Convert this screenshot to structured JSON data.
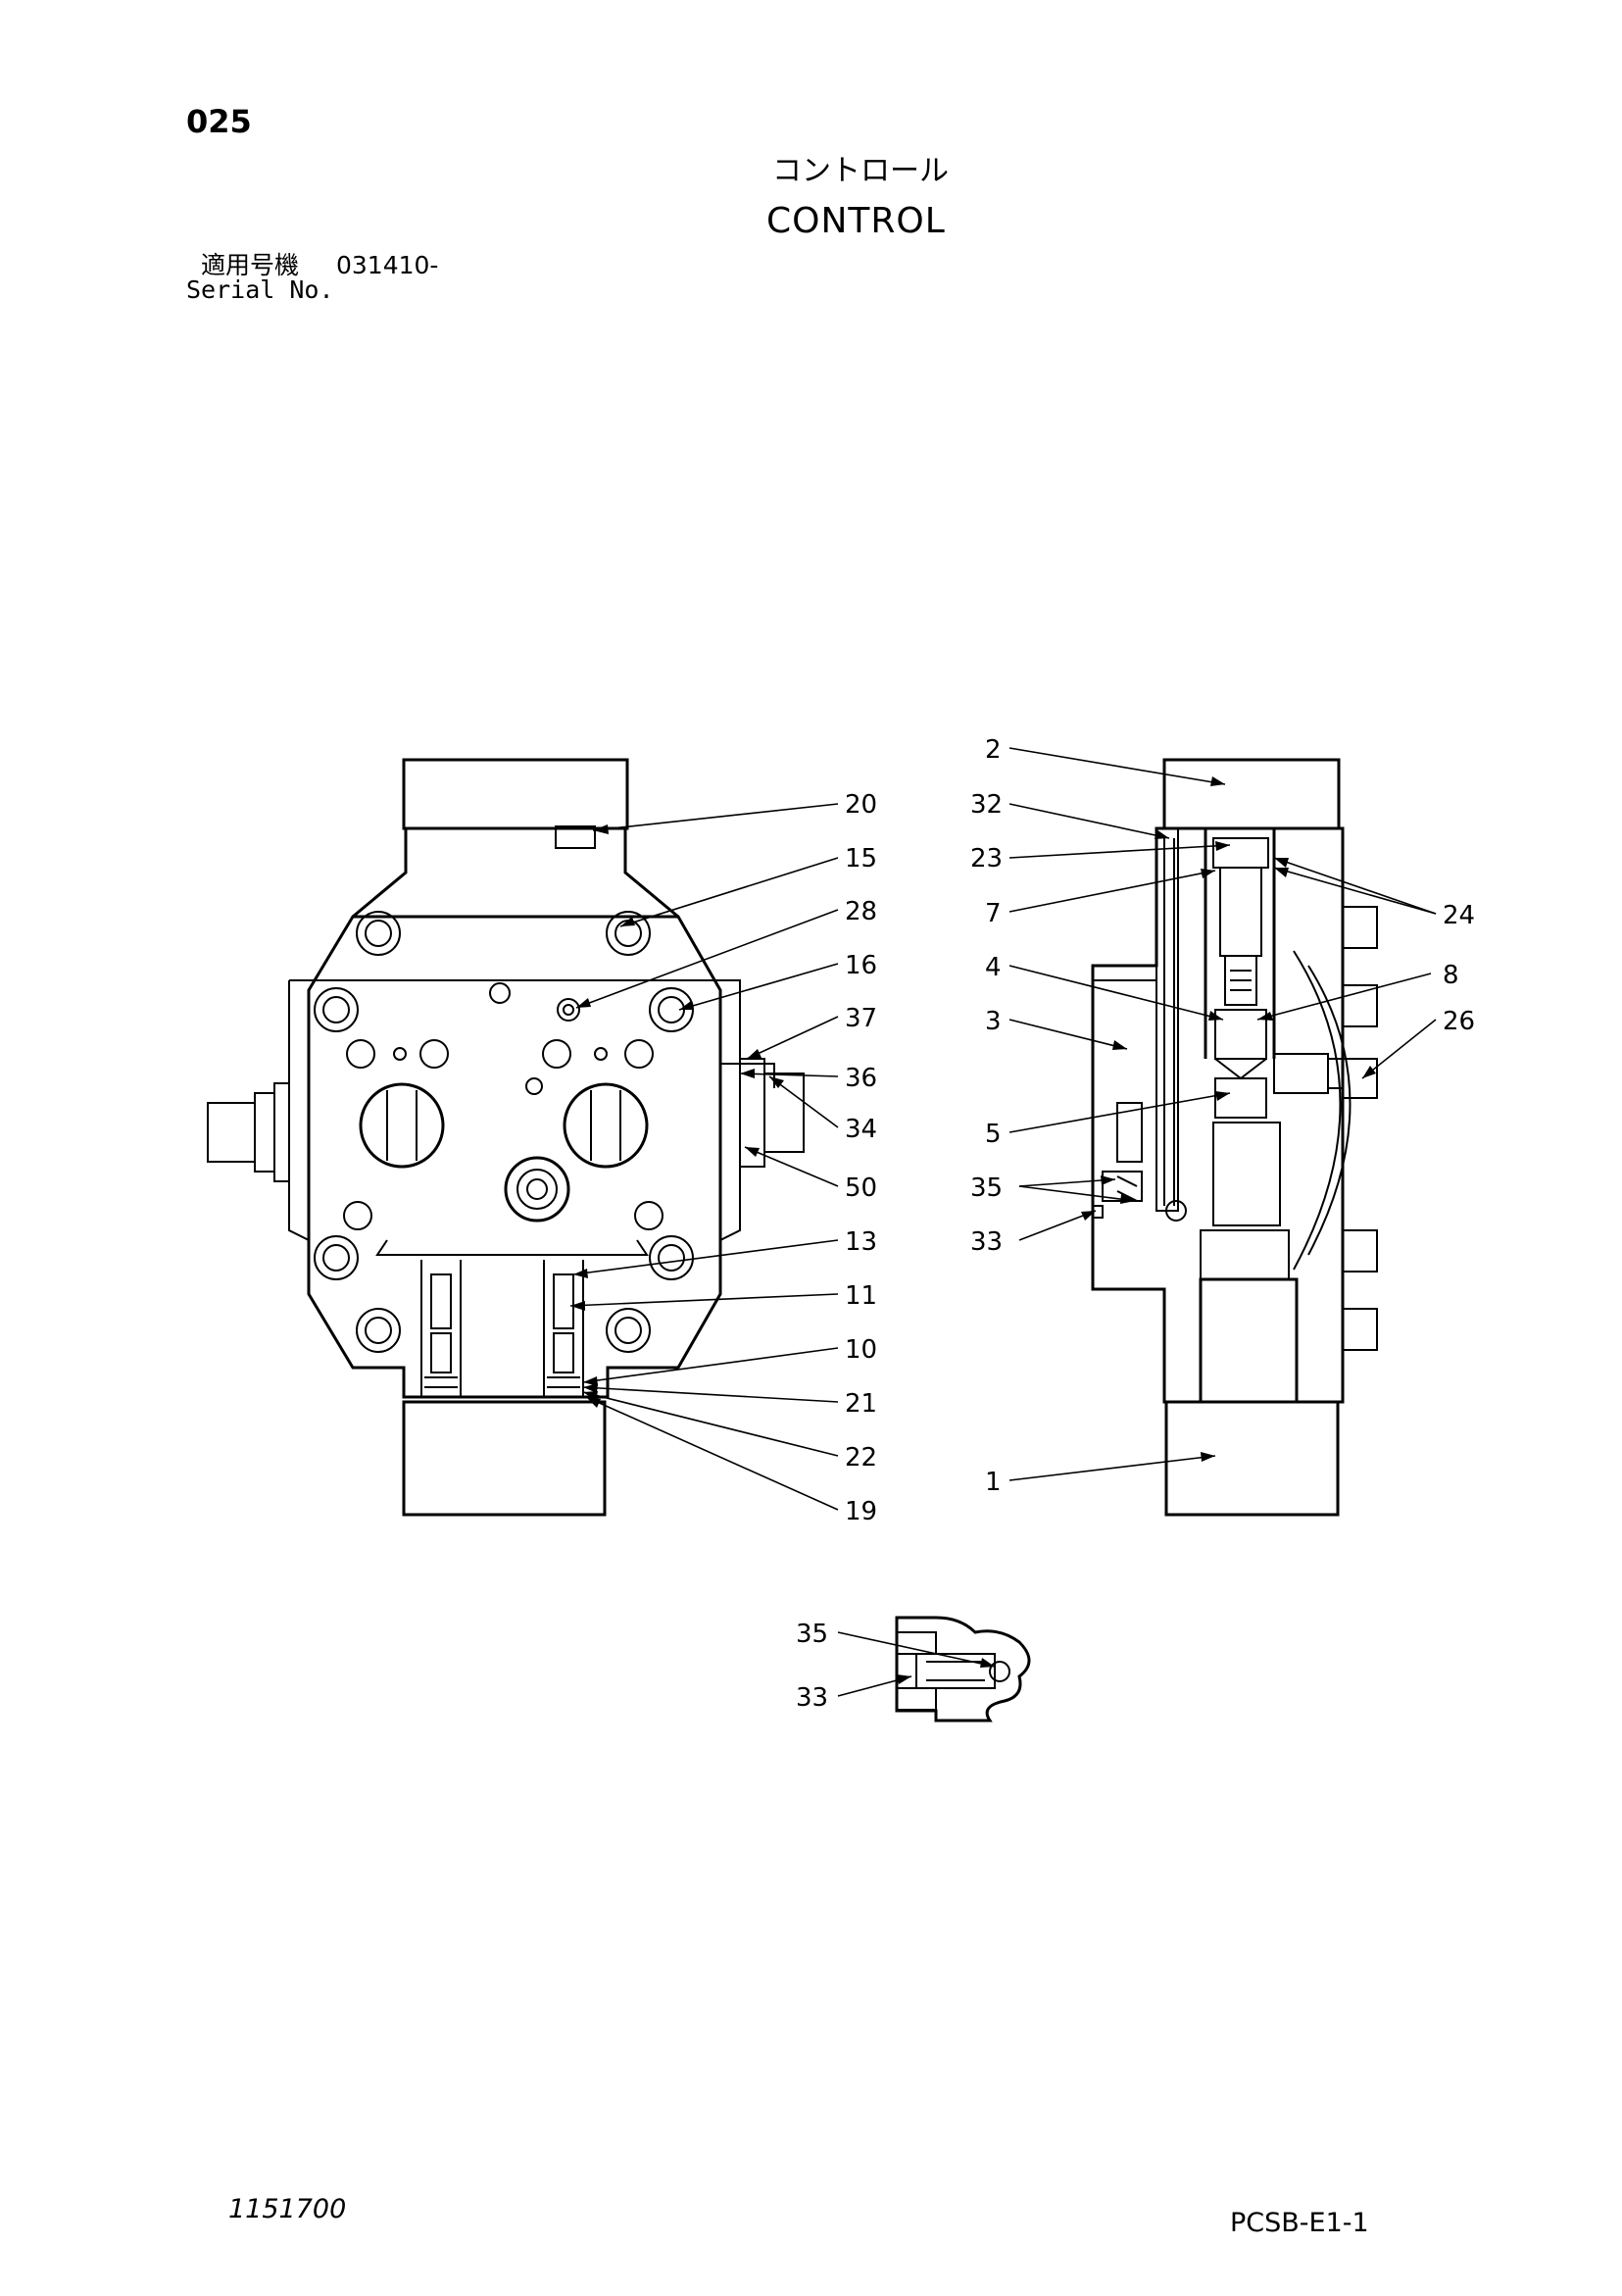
{
  "header": {
    "page_number": "025",
    "title_jp": "コントロール",
    "title_en": "CONTROL",
    "serial_label_jp": "適用号機",
    "serial_value": "031410-",
    "serial_label_en": "Serial No."
  },
  "callouts": {
    "front": [
      "20",
      "15",
      "28",
      "16",
      "37",
      "36",
      "34",
      "50",
      "13",
      "11",
      "10",
      "21",
      "22",
      "19"
    ],
    "section": [
      "2",
      "32",
      "23",
      "7",
      "24",
      "4",
      "8",
      "3",
      "26",
      "5",
      "35",
      "33",
      "1"
    ],
    "detail": [
      "35",
      "33"
    ]
  },
  "footer": {
    "drawing_number": "1151700",
    "sheet_code": "PCSB-E1-1"
  }
}
